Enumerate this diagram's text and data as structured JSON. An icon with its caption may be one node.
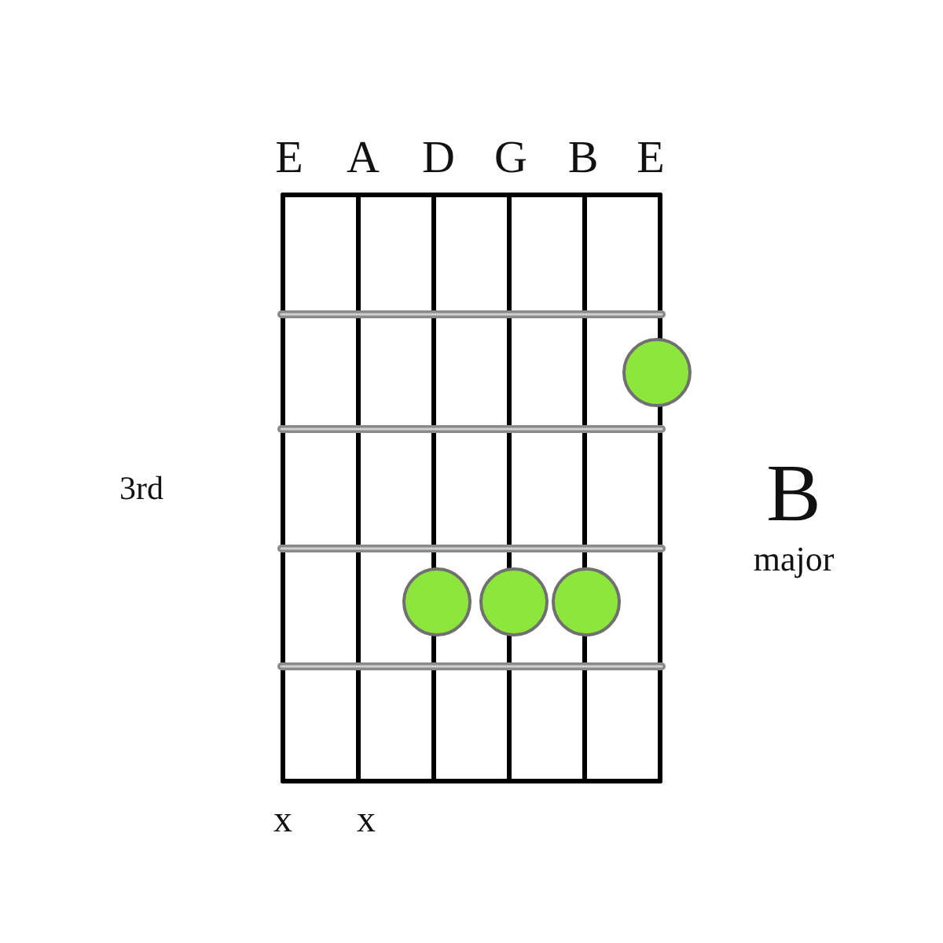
{
  "diagram": {
    "labels": [
      "E",
      "A",
      "D",
      "G",
      "B",
      "E",
      "3rd",
      "B",
      "major",
      "x",
      "x"
    ]
  }
}
